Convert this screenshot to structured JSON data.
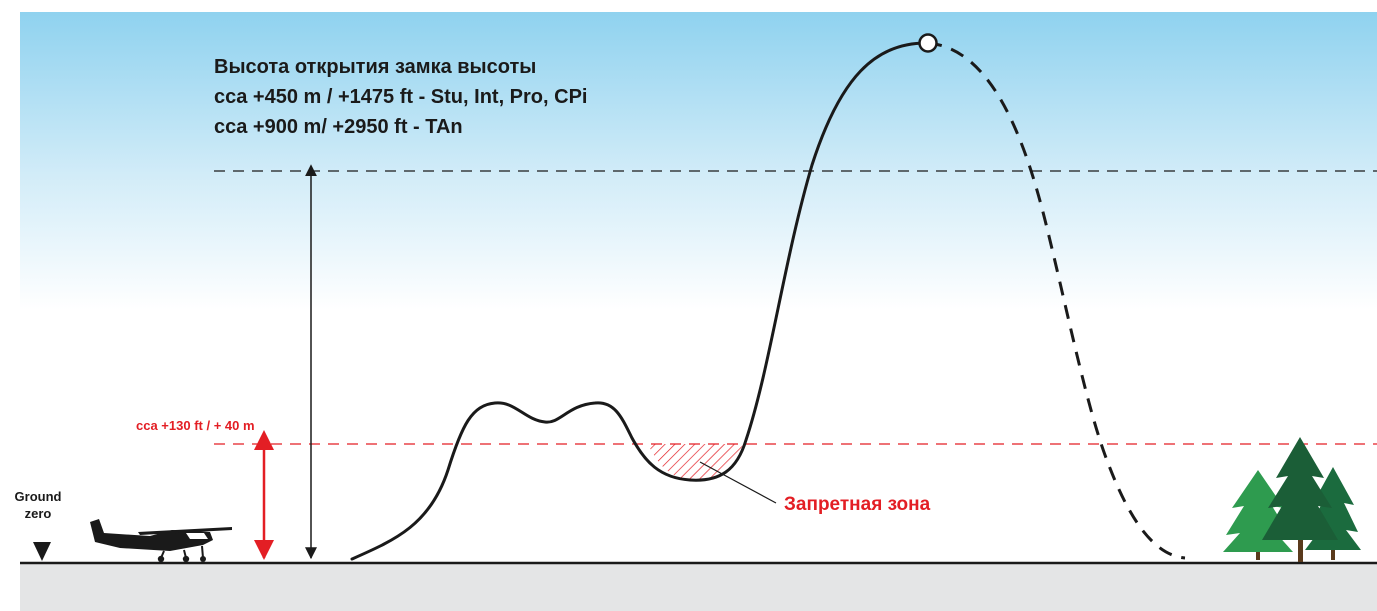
{
  "title": {
    "line1": "Высота открытия замка высоты",
    "line2": "cca +450 m / +1475 ft - Stu, Int, Pro, CPi",
    "line3": "cca +900 m/ +2950 ft  - TAn"
  },
  "ground_label": {
    "line1": "Ground",
    "line2": "zero"
  },
  "safety_height_label": "cca +130 ft / + 40 m",
  "forbidden_zone_label": "Запретная зона",
  "colors": {
    "sky_top": "#8fd2ef",
    "sky_bottom": "#ffffff",
    "ground_band": "#e4e5e6",
    "ground_line": "#1a1a1a",
    "red_accent": "#e31e24",
    "trees_dark": "#1b5e37",
    "trees_light": "#2e9b4f"
  },
  "icons": {
    "ground_marker": "triangle-down-icon",
    "airplane": "airplane-icon",
    "trees": "trees-icon"
  }
}
